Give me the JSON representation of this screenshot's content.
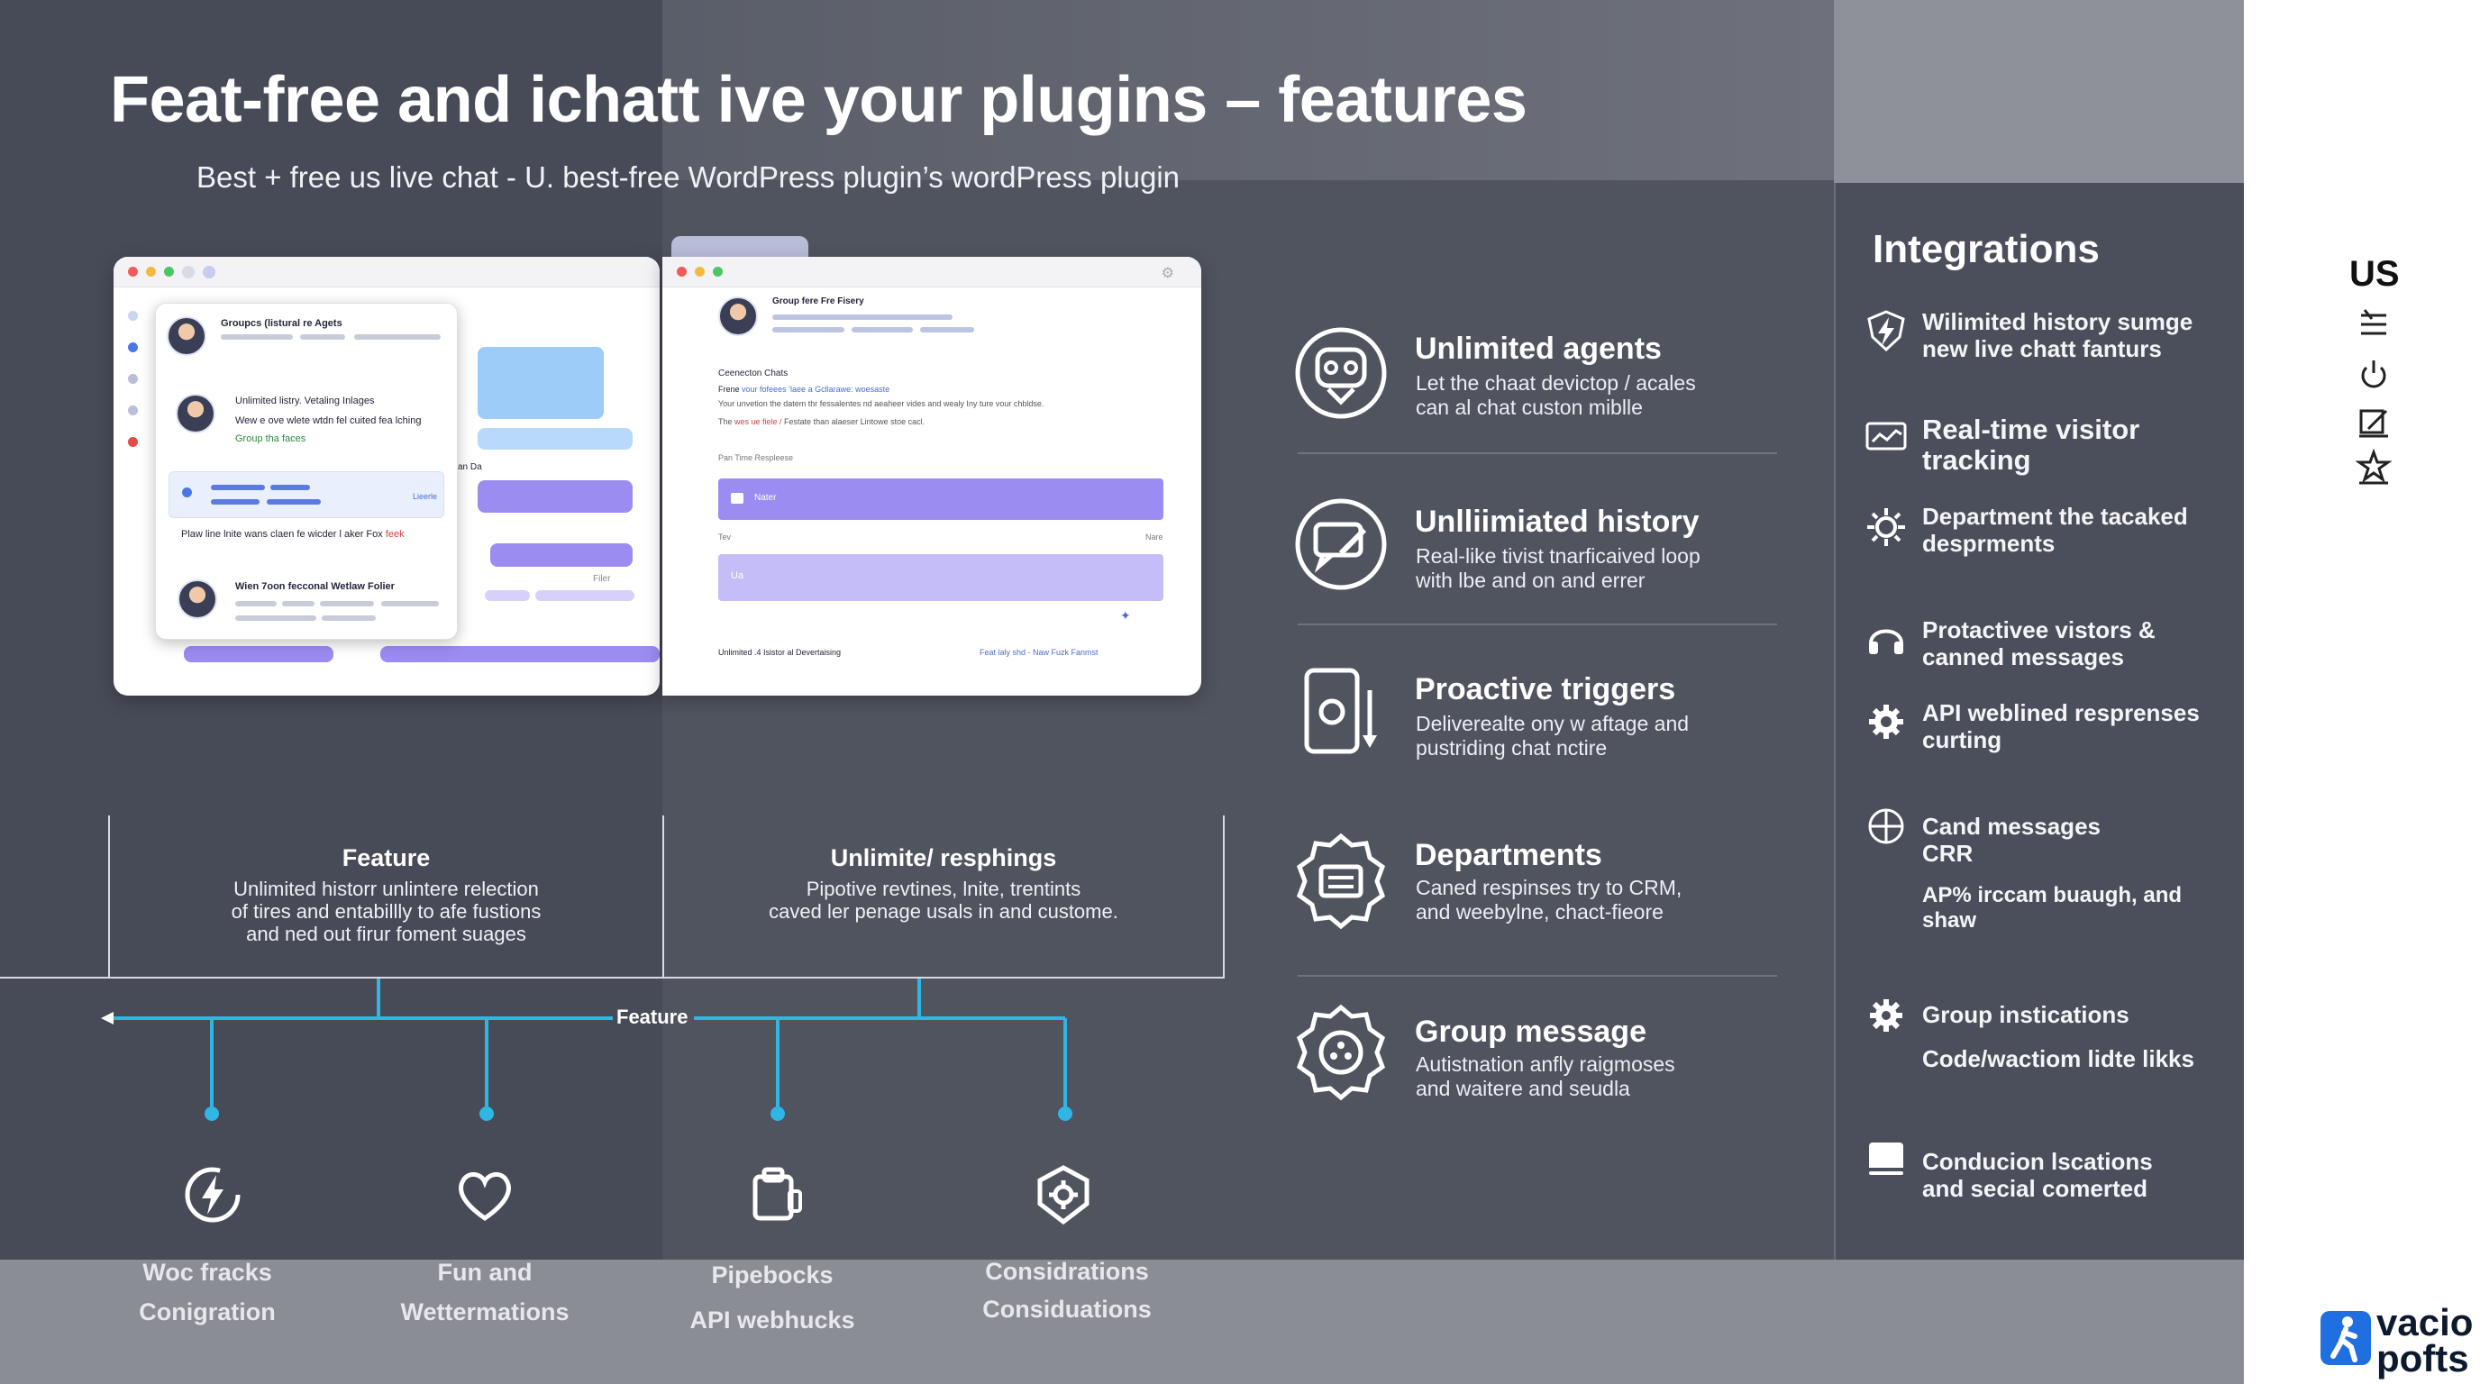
{
  "header": {
    "title": "Feat-free and ichatt ive your plugins – features",
    "subtitle": "Best + free us live chat - U. best-free  WordPress plugin’s wordPress plugin"
  },
  "mockup": {
    "left": {
      "card_title": "Groupcs (listural re Agets",
      "rows": [
        "Unlimited listry. Vetaling Inlages",
        "Wew e ove wlete wtdn fel cuited fea lching",
        "Group tha faces"
      ],
      "highlight_link": "Lieerle",
      "plain_line": "Plaw line lnite wans claen fe wicder l aker Fox",
      "plain_line_red": "feek",
      "footer_name": "Wien 7oon fecconal Wetlaw Folier",
      "side_label": "an Da",
      "filter_label": "Filer"
    },
    "right": {
      "header_name": "Group fere Fre Fisery",
      "section": "Ceenecton Chats",
      "line_1_prefix": "Frene ",
      "line_1_link": "vour fofeees ‘laee a Gcllarawe: woesaste",
      "line_2": "Your unvetion the datem thr fessalentes nd aeaheer vides and wealy Iny ture vour chbldse.",
      "line_3_prefix": "The ",
      "line_3_red": "wes ue fiele /",
      "line_3_suffix": " Festate than alaeser Lintowe stoe cacl.",
      "label": "Pan Time Respleese",
      "button": "Nater",
      "field_label": "Tev",
      "field_right": "Nare",
      "field_value": "Ua",
      "footer_left": "Unlimited .4 Isistor al Devertaising",
      "footer_right": "Feat laly shd - Naw Fuzk Fanmst"
    }
  },
  "feature_boxes": [
    {
      "title": "Feature",
      "text": "Unlimited historr unlintere relection\nof tires and entabillly to afe fustions\nand ned out firur foment suages"
    },
    {
      "title": "Unlimite/ resphings",
      "text": "Pipotive revtines, lnite, trentints\ncaved ler penage usals in and custome."
    }
  ],
  "connector_label": "Feature",
  "bottom_items": [
    {
      "icon": "lightning-refresh-icon",
      "line1": "Woc fracks",
      "line2": "Conigration"
    },
    {
      "icon": "heart-icon",
      "line1": "Fun and",
      "line2": "Wettermations"
    },
    {
      "icon": "clipboard-plugin-icon",
      "line1": "Pipebocks",
      "line2": "API webhucks"
    },
    {
      "icon": "gear-shield-icon",
      "line1": "Considrations",
      "line2": "Considuations"
    }
  ],
  "features": [
    {
      "icon": "robot-chat-icon",
      "title": "Unlimited agents",
      "desc": "Let the chaat devictop / acales\ncan al chat custon miblle"
    },
    {
      "icon": "chat-edit-icon",
      "title": "Unlliimiated history",
      "desc": "Real-like tivist tnarficaived loop\nwith lbe and on and errer"
    },
    {
      "icon": "tablet-trigger-icon",
      "title": "Proactive triggers",
      "desc": "Deliverealte ony w aftage and\npustriding chat nctire"
    },
    {
      "icon": "department-badge-icon",
      "title": "Departments",
      "desc": "Caned respinses try to CRM,\nand weebylne, chact-fieore"
    },
    {
      "icon": "group-gear-icon",
      "title": "Group message",
      "desc": "Autistnation anfly raigmoses\nand waitere and seudla"
    }
  ],
  "integrations": {
    "heading": "Integrations",
    "items": [
      {
        "icon": "bolt-shield-icon",
        "text": "Wilimited history sumge\nnew live chatt fanturs"
      },
      {
        "icon": "monitor-tracking-icon",
        "text": "Real-time visitor\ntracking"
      },
      {
        "icon": "gear-burst-icon",
        "text": "Department the tacaked\ndesprments"
      },
      {
        "icon": "headset-icon",
        "text": "Protactivee vistors &\ncanned messages"
      },
      {
        "icon": "gear-icon",
        "text": "API weblined resprenses\ncurting"
      },
      {
        "icon": "crosshair-globe-icon",
        "text": "Cand messages\nCRR"
      },
      {
        "icon": "",
        "text": "AP% irccam buaugh, and\nshaw"
      },
      {
        "icon": "gear-small-icon",
        "text": "Group instications"
      },
      {
        "icon": "",
        "text": "Code/wactiom lidte likks"
      },
      {
        "icon": "laptop-icon",
        "text": "Conducion lscations\nand secial comerted"
      }
    ]
  },
  "sidebar": {
    "label": "US",
    "icons": [
      "list-icon",
      "power-icon",
      "edit-icon",
      "star-icon"
    ]
  },
  "brand": {
    "logo_icon": "walking-person-icon",
    "line1": "vacio",
    "line2": "pofts"
  },
  "colors": {
    "accent_cyan": "#2fb6e4",
    "accent_purple": "#9b8cf2",
    "accent_purple_light": "#c4bdf7",
    "brand_blue": "#1f6fe0"
  }
}
